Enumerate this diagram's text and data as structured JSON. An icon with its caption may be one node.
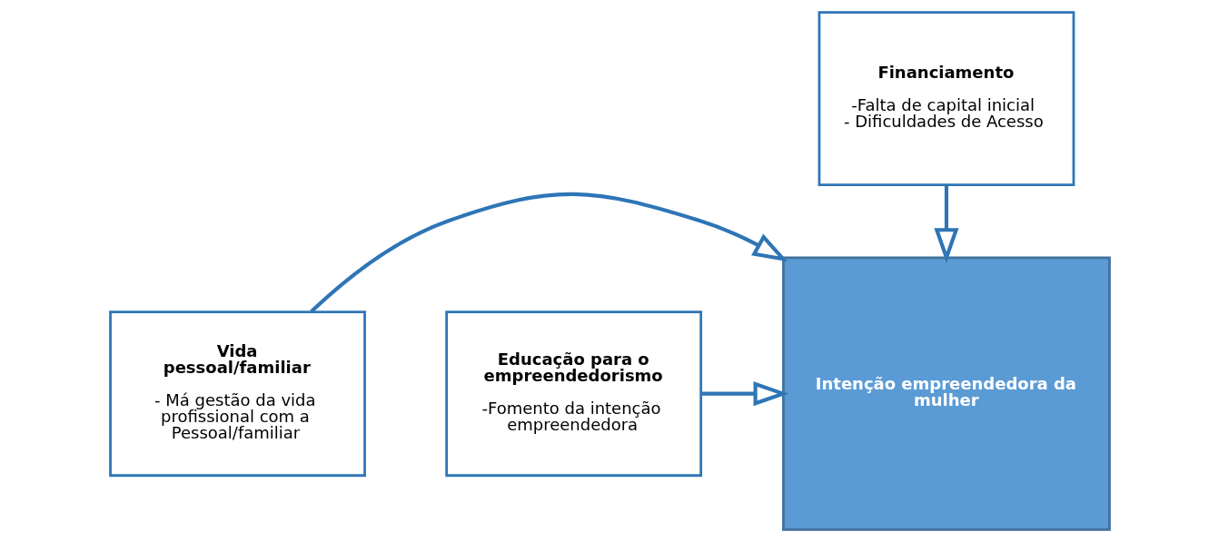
{
  "diagram": {
    "nodes": [
      {
        "text": [
          "Financiamento",
          "-Falta de capital inicial - Dificuldades de Acesso"
        ]
      },
      {
        "text": [
          "Vida pessoal/familiar",
          "- Má gestão da vida profissional com a Pessoal/familiar"
        ]
      },
      {
        "text": [
          "Intenção empreendedora da mulher"
        ]
      },
      {
        "text": [
          "Educação para o empreendedorismo",
          "-Fomento da intenção empreendedora"
        ]
      }
    ],
    "edges": [
      {
        "from": 0,
        "to": 2,
        "arrow": "to"
      },
      {
        "from": 1,
        "to": 2,
        "arrow": "to"
      },
      {
        "from": 3,
        "to": 2,
        "arrow": "to"
      }
    ]
  }
}
